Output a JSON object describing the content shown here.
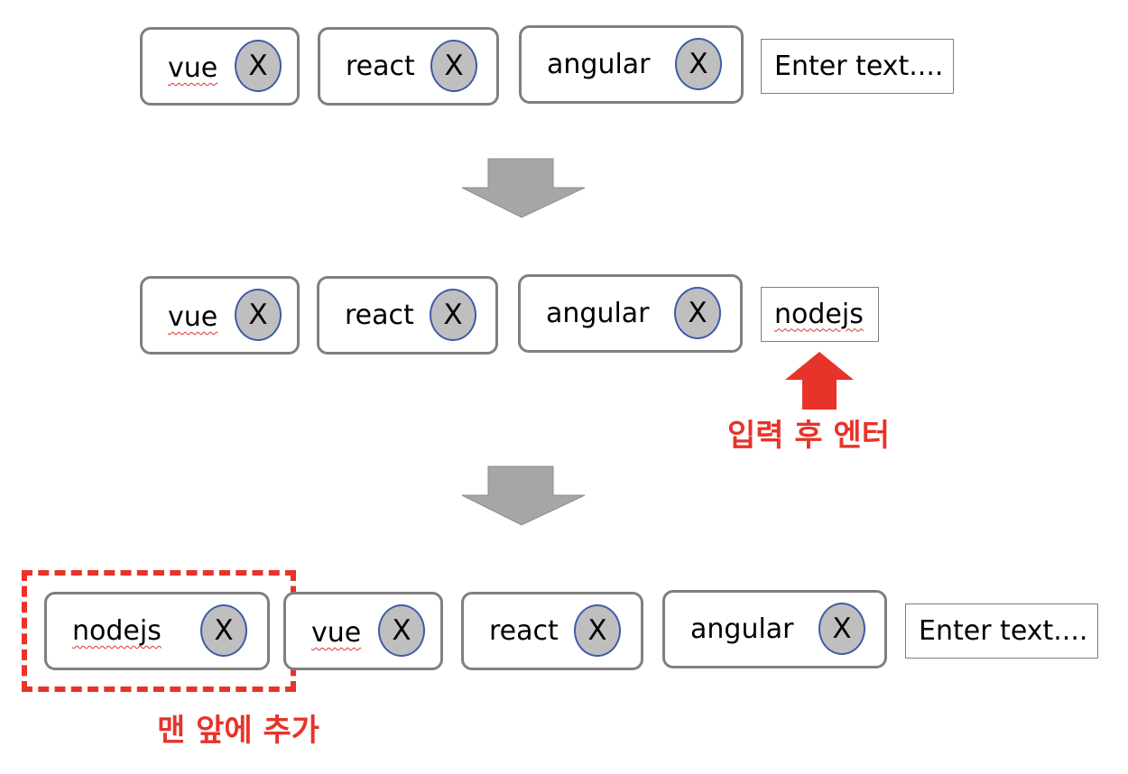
{
  "x_label": "X",
  "row1": {
    "tags": [
      "vue",
      "react",
      "angular"
    ],
    "input": {
      "value": "",
      "placeholder": "Enter text...."
    }
  },
  "row2": {
    "tags": [
      "vue",
      "react",
      "angular"
    ],
    "input": {
      "value": "nodejs",
      "placeholder": ""
    },
    "annotation": "입력 후 엔터"
  },
  "row3": {
    "tags": [
      "nodejs",
      "vue",
      "react",
      "angular"
    ],
    "input": {
      "value": "",
      "placeholder": "Enter text...."
    },
    "annotation": "맨 앞에 추가"
  },
  "colors": {
    "tag_border": "#7f7f7f",
    "x_fill": "#bfbfbf",
    "x_border": "#3e5ba8",
    "flow_arrow": "#a6a6a6",
    "annotation": "#e8332a"
  },
  "icons": [
    "down-arrow-icon",
    "up-arrow-icon",
    "close-icon"
  ]
}
